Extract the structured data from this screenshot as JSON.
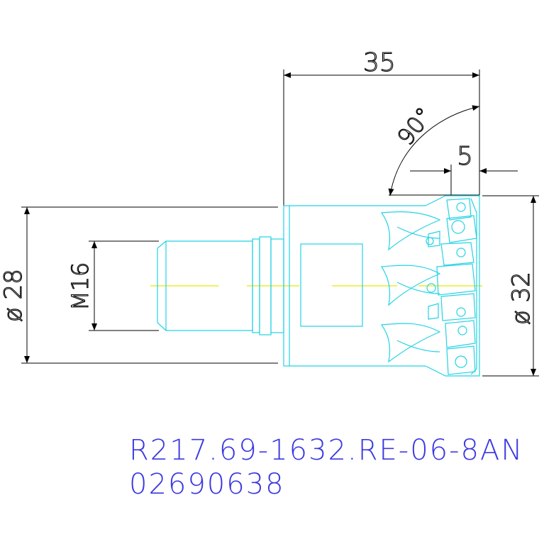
{
  "drawing": {
    "dimensions": {
      "length": "35",
      "angle": "90°",
      "depth": "5",
      "thread": "M16",
      "shank_diameter": "ø 28",
      "cutter_diameter": "ø 32"
    },
    "part_code": "R217.69-1632.RE-06-8AN",
    "part_number": "02690638",
    "colors": {
      "dimension": "#000000",
      "outline": "#22d3e6",
      "centerline": "#e8e800",
      "label": "#3b38e0"
    }
  }
}
